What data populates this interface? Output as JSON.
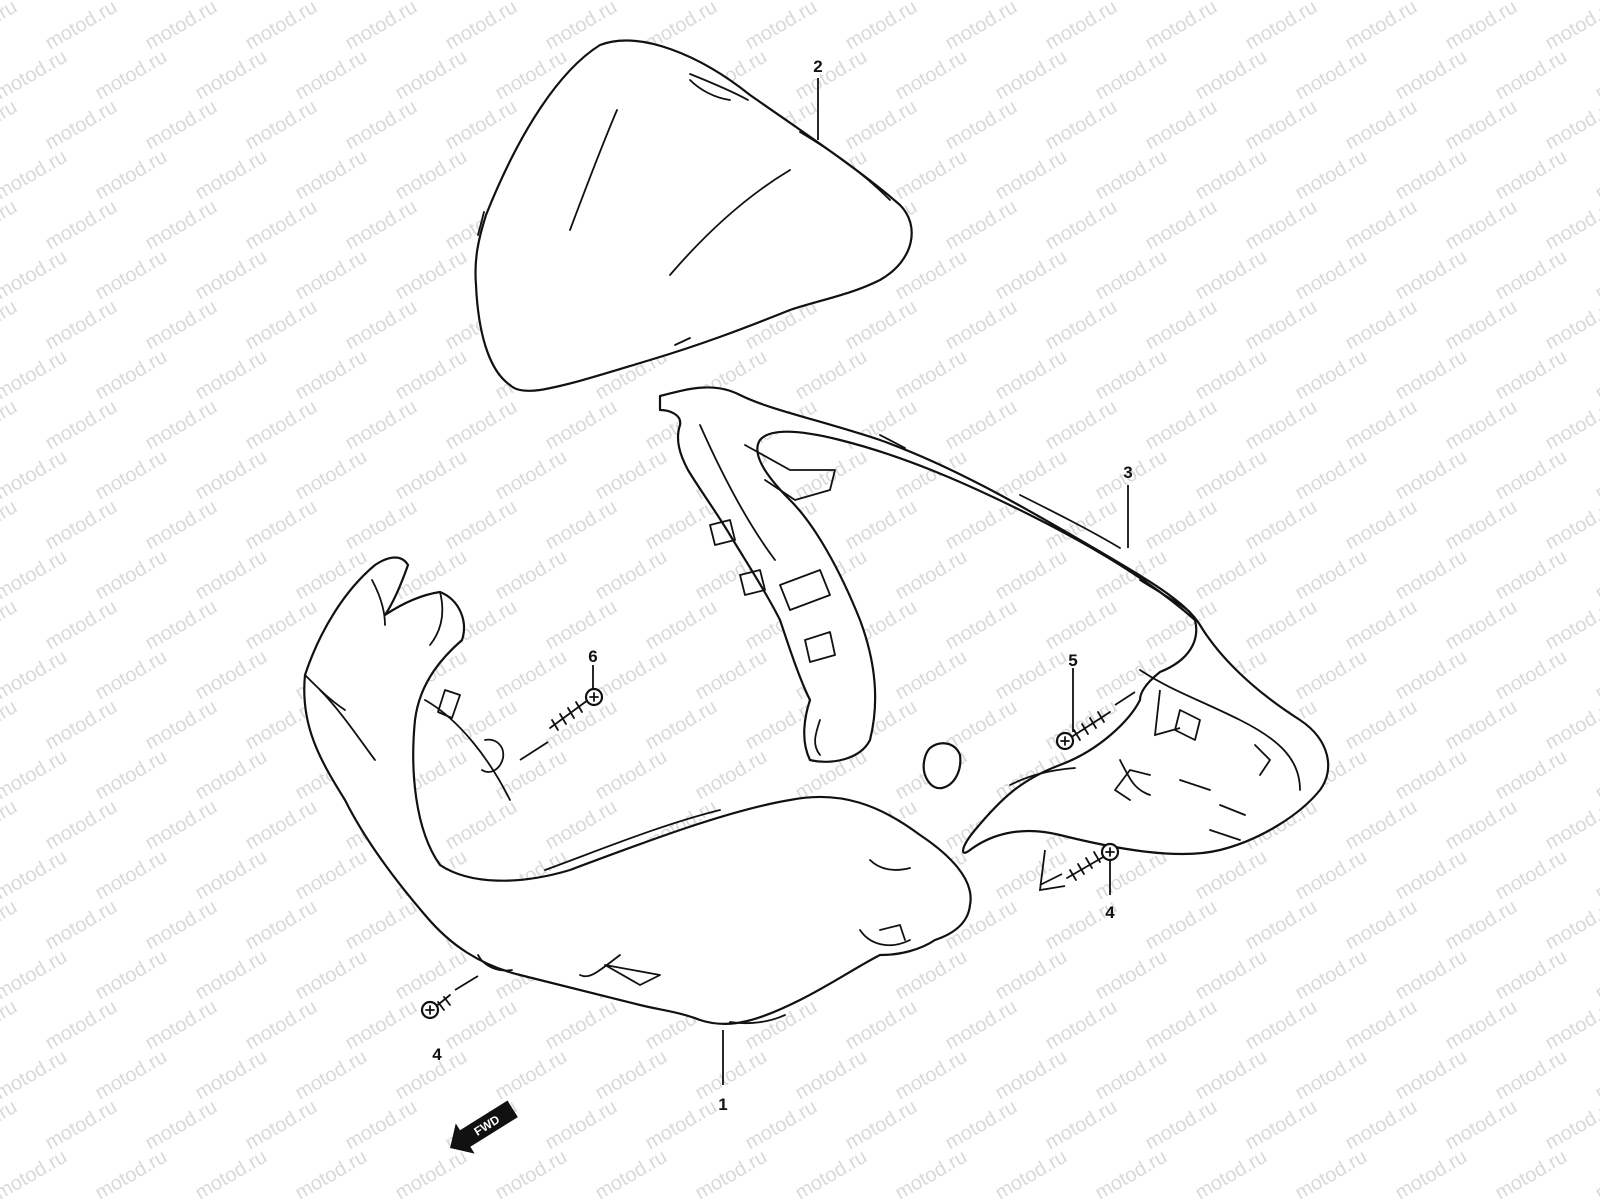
{
  "watermark": {
    "text": "motod.ru"
  },
  "callouts": [
    {
      "id": "1",
      "label": "1"
    },
    {
      "id": "2",
      "label": "2"
    },
    {
      "id": "3",
      "label": "3"
    },
    {
      "id": "4a",
      "label": "4"
    },
    {
      "id": "4b",
      "label": "4"
    },
    {
      "id": "5",
      "label": "5"
    },
    {
      "id": "6",
      "label": "6"
    }
  ],
  "fwd_indicator": {
    "label": "FWD"
  }
}
